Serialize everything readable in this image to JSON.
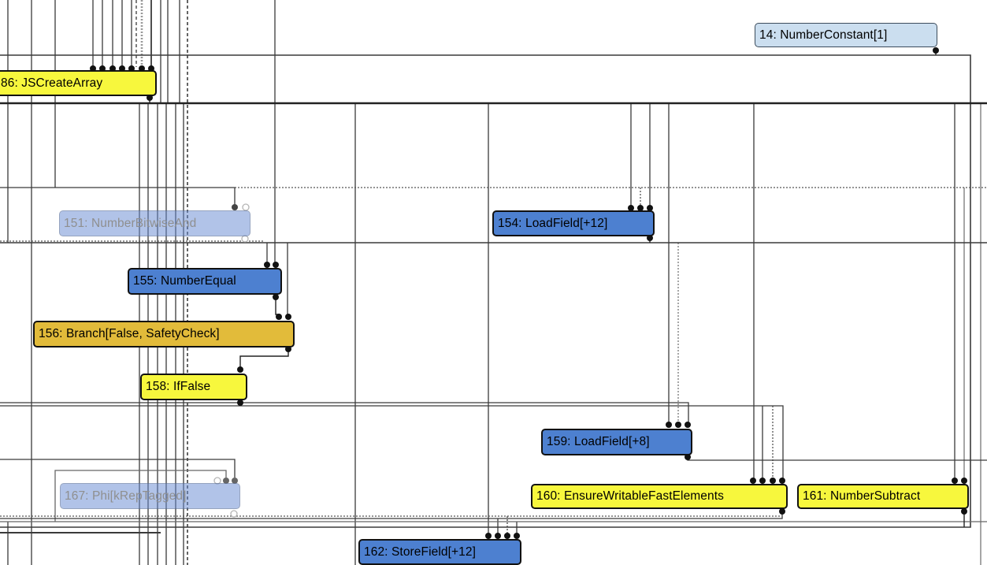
{
  "view": {
    "name": "compiler-graph-view",
    "background": "#ffffff"
  },
  "colors": {
    "pure_operation_yellow": "#f7f73d",
    "control_operation_gold": "#e2bb3a",
    "memory_operation_blue": "#4d80d0",
    "constant_lightblue": "#cbdeef",
    "faded_node_blue": "rgba(100,135,210,0.5)",
    "edge_dark": "#3a3a3a",
    "edge_gray": "#777777"
  },
  "nodes": [
    {
      "id": "14",
      "label": "NumberConstant[1]",
      "text": "14: NumberConstant[1]",
      "kind": "constant",
      "state": "normal",
      "input_ports": 0,
      "output_port": true
    },
    {
      "id": "86",
      "label": "JSCreateArray",
      "text": "86: JSCreateArray",
      "kind": "pure",
      "state": "normal",
      "input_ports": 7,
      "output_port": true
    },
    {
      "id": "151",
      "label": "NumberBitwiseAnd",
      "text": "151: NumberBitwiseAnd",
      "kind": "pure",
      "state": "faded",
      "input_ports": 2,
      "output_port": true
    },
    {
      "id": "154",
      "label": "LoadField[+12]",
      "text": "154: LoadField[+12]",
      "kind": "memory",
      "state": "normal",
      "input_ports": 3,
      "output_port": true
    },
    {
      "id": "155",
      "label": "NumberEqual",
      "text": "155: NumberEqual",
      "kind": "memory",
      "state": "normal",
      "input_ports": 2,
      "output_port": true
    },
    {
      "id": "156",
      "label": "Branch[False, SafetyCheck]",
      "text": "156: Branch[False, SafetyCheck]",
      "kind": "control",
      "state": "normal",
      "input_ports": 2,
      "output_port": true
    },
    {
      "id": "158",
      "label": "IfFalse",
      "text": "158: IfFalse",
      "kind": "pure",
      "state": "normal",
      "input_ports": 1,
      "output_port": true
    },
    {
      "id": "159",
      "label": "LoadField[+8]",
      "text": "159: LoadField[+8]",
      "kind": "memory",
      "state": "normal",
      "input_ports": 3,
      "output_port": true
    },
    {
      "id": "160",
      "label": "EnsureWritableFastElements",
      "text": "160: EnsureWritableFastElements",
      "kind": "pure",
      "state": "normal",
      "input_ports": 4,
      "output_port": true
    },
    {
      "id": "161",
      "label": "NumberSubtract",
      "text": "161: NumberSubtract",
      "kind": "pure",
      "state": "normal",
      "input_ports": 2,
      "output_port": true
    },
    {
      "id": "167",
      "label": "Phi[kRepTagged]",
      "text": "167: Phi[kRepTagged]",
      "kind": "phi",
      "state": "faded",
      "input_ports": 3,
      "output_port": true
    },
    {
      "id": "162",
      "label": "StoreField[+12]",
      "text": "162: StoreField[+12]",
      "kind": "memory",
      "state": "normal",
      "input_ports": 4,
      "output_port": true
    }
  ]
}
